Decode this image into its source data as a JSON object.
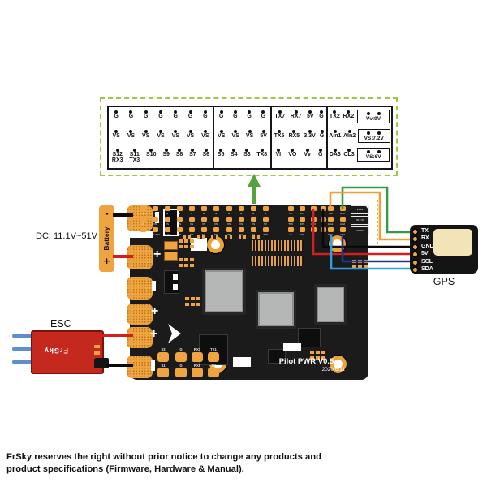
{
  "colors": {
    "dashed_border": "#9bcb3c",
    "arrow_green": "#55a33c",
    "board_black": "#1b1b1b",
    "pad_gold": "#efa440",
    "battery_orange": "#efa440",
    "esc_red": "#c5281c",
    "esc_wire_blue": "#5b8fd0",
    "gps_antenna": "#f2e4b7",
    "wire_green": "#2f9e42",
    "wire_orange": "#f2a02d",
    "wire_black": "#0a0a0a",
    "wire_red": "#d31f1f",
    "wire_navy": "#20349b",
    "wire_lightblue": "#2e9fe6"
  },
  "pin_table": {
    "sections": [
      {
        "rows": [
          [
            "G",
            "G",
            "G",
            "G",
            "G",
            "G",
            "G"
          ],
          [
            "VS",
            "VS",
            "VS",
            "VS",
            "VS",
            "VS",
            "VS"
          ],
          [
            "S12|RX3",
            "S11|TX3",
            "S10",
            "S9",
            "S8",
            "S7",
            "S6"
          ]
        ]
      },
      {
        "rows": [
          [
            "G",
            "G",
            "G",
            "G"
          ],
          [
            "VS",
            "VS",
            "VS",
            "5V"
          ],
          [
            "S5",
            "S4",
            "S3",
            "TX8"
          ]
        ]
      },
      {
        "rows": [
          [
            "TX7",
            "RX7",
            "5V",
            "G"
          ],
          [
            "TX5",
            "RX5",
            "3.3V",
            "G"
          ],
          [
            "VI",
            "VO",
            "Vv",
            "G"
          ]
        ]
      },
      {
        "rows": [
          [
            "TX2",
            "RX2"
          ],
          [
            "AIn1",
            "AIn2"
          ],
          [
            "DA3",
            "CL3"
          ]
        ],
        "boxed": [
          "Vv:9V",
          "VS:7.2V",
          "VS:6V"
        ]
      }
    ]
  },
  "board": {
    "name": "Pilot PWR V0.5",
    "date": "2020/6/11",
    "bottom_pads": {
      "rows": [
        [
          "S2",
          "G",
          "RX1",
          "TX1"
        ],
        [
          "S1",
          "G",
          "RX8",
          "5V"
        ]
      ]
    }
  },
  "battery": {
    "label": "Battery",
    "minus": "-",
    "plus": "+",
    "dc_label": "DC: 11.1V~51V"
  },
  "esc": {
    "label": "ESC",
    "print": "FrSky"
  },
  "gps": {
    "label": "GPS",
    "pins": [
      "TX",
      "RX",
      "GND",
      "5V",
      "SCL",
      "SDA"
    ]
  },
  "footer": {
    "line1": "FrSky reserves the right without prior notice to change any products and",
    "line2": "product specifications (Firmware, Hardware & Manual)."
  }
}
